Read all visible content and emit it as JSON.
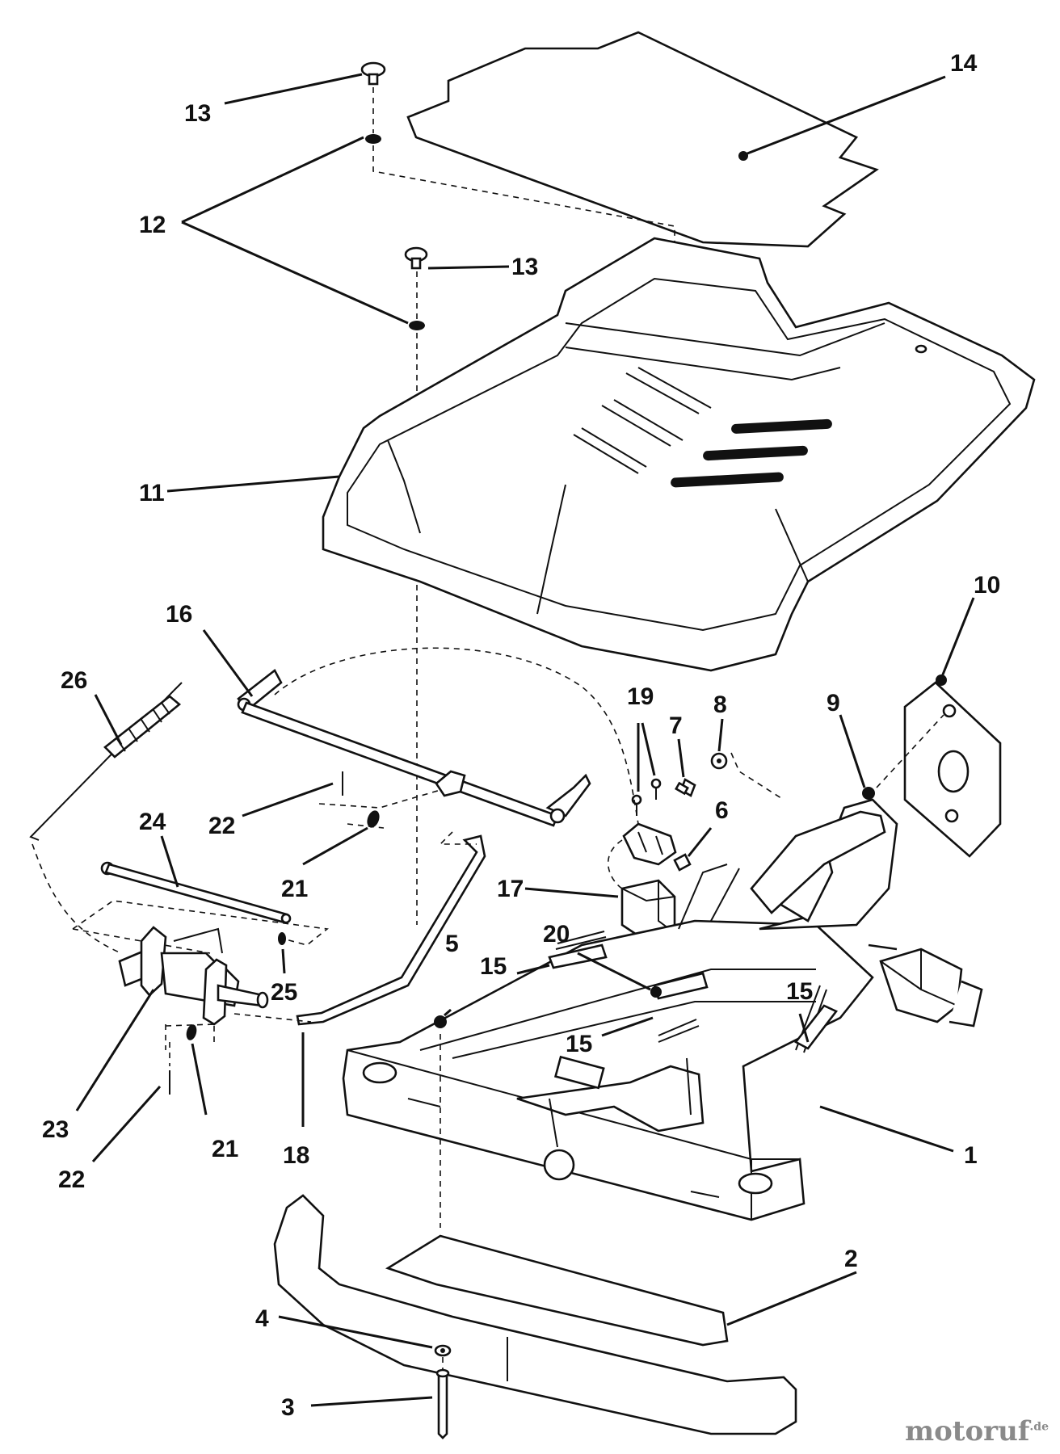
{
  "diagram": {
    "labels": {
      "p1": "1",
      "p2": "2",
      "p3": "3",
      "p4": "4",
      "p5": "5",
      "p6": "6",
      "p7": "7",
      "p8": "8",
      "p9": "9",
      "p10": "10",
      "p11": "11",
      "p12": "12",
      "p13a": "13",
      "p13b": "13",
      "p14": "14",
      "p15a": "15",
      "p15b": "15",
      "p15c": "15",
      "p16": "16",
      "p17": "17",
      "p18": "18",
      "p19": "19",
      "p20": "20",
      "p21a": "21",
      "p21b": "21",
      "p22a": "22",
      "p22b": "22",
      "p23": "23",
      "p24": "24",
      "p25": "25",
      "p26": "26"
    }
  },
  "watermark": {
    "brand": "motoruf",
    "suffix": ".de"
  }
}
